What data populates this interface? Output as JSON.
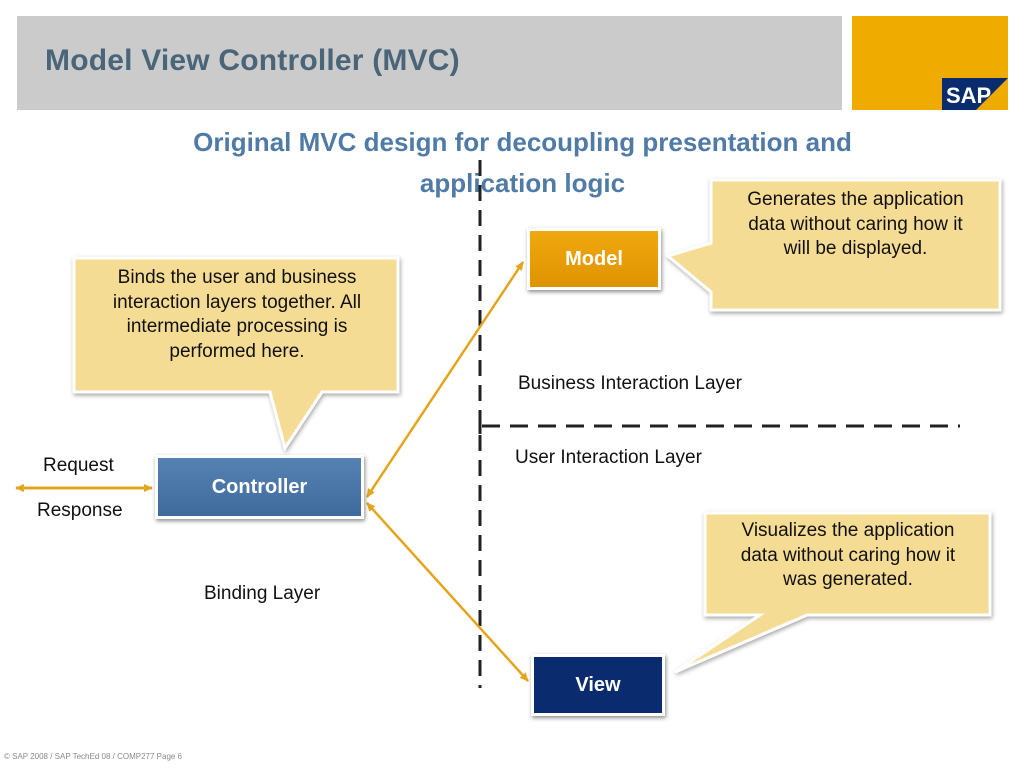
{
  "slide": {
    "title": "Model View Controller (MVC)",
    "subtitle_line1": "Original MVC design for decoupling presentation and",
    "subtitle_line2": "application logic",
    "logo_text": "SAP",
    "footer": "© SAP 2008 / SAP TechEd 08 / COMP277 Page 6"
  },
  "colors": {
    "header_gray": "#cbcbcb",
    "sap_gold": "#efab00",
    "sap_blue": "#0a2b6e",
    "title_text": "#4a6579",
    "subtitle_text": "#4f7ba6",
    "callout_fill": "#f5dc94",
    "arrow": "#e3a51e"
  },
  "diagram": {
    "components": {
      "model": "Model",
      "controller": "Controller",
      "view": "View"
    },
    "callouts": {
      "model": [
        "Generates the application",
        "data without caring how it",
        "will be displayed."
      ],
      "controller": [
        "Binds the user and business",
        "interaction layers together. All",
        "intermediate processing is",
        "performed here."
      ],
      "view": [
        "Visualizes the application",
        "data without caring how it",
        "was generated."
      ]
    },
    "labels": {
      "request": "Request",
      "response": "Response",
      "binding_layer": "Binding Layer",
      "business_layer": "Business Interaction Layer",
      "user_layer": "User Interaction Layer"
    },
    "connections": [
      {
        "from": "controller",
        "to": "model",
        "bidirectional": true
      },
      {
        "from": "controller",
        "to": "view",
        "bidirectional": true
      },
      {
        "from": "client",
        "to": "controller",
        "bidirectional": true
      }
    ]
  }
}
